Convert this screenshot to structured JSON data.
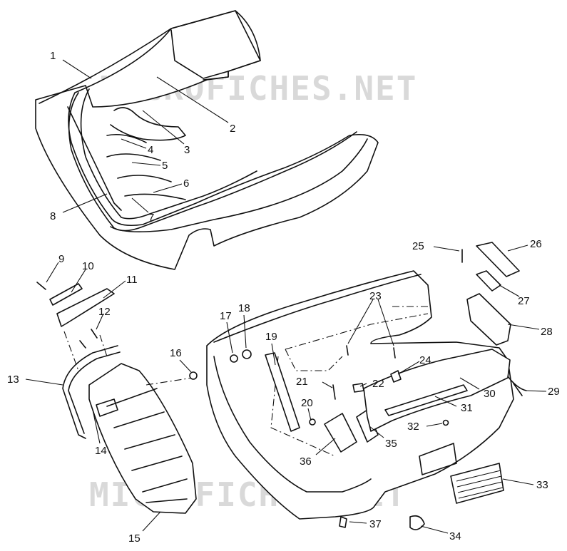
{
  "watermark": {
    "text": "MICROFICHES.NET"
  },
  "callouts": [
    {
      "id": "1",
      "label": "1"
    },
    {
      "id": "2",
      "label": "2"
    },
    {
      "id": "3",
      "label": "3"
    },
    {
      "id": "4",
      "label": "4"
    },
    {
      "id": "5",
      "label": "5"
    },
    {
      "id": "6",
      "label": "6"
    },
    {
      "id": "7",
      "label": "7"
    },
    {
      "id": "8",
      "label": "8"
    },
    {
      "id": "9",
      "label": "9"
    },
    {
      "id": "10",
      "label": "10"
    },
    {
      "id": "11",
      "label": "11"
    },
    {
      "id": "12",
      "label": "12"
    },
    {
      "id": "13",
      "label": "13"
    },
    {
      "id": "14",
      "label": "14"
    },
    {
      "id": "15",
      "label": "15"
    },
    {
      "id": "16",
      "label": "16"
    },
    {
      "id": "17",
      "label": "17"
    },
    {
      "id": "18",
      "label": "18"
    },
    {
      "id": "19",
      "label": "19"
    },
    {
      "id": "20",
      "label": "20"
    },
    {
      "id": "21",
      "label": "21"
    },
    {
      "id": "22",
      "label": "22"
    },
    {
      "id": "23",
      "label": "23"
    },
    {
      "id": "24",
      "label": "24"
    },
    {
      "id": "25",
      "label": "25"
    },
    {
      "id": "26",
      "label": "26"
    },
    {
      "id": "27",
      "label": "27"
    },
    {
      "id": "28",
      "label": "28"
    },
    {
      "id": "29",
      "label": "29"
    },
    {
      "id": "30",
      "label": "30"
    },
    {
      "id": "31",
      "label": "31"
    },
    {
      "id": "32",
      "label": "32"
    },
    {
      "id": "33",
      "label": "33"
    },
    {
      "id": "34",
      "label": "34"
    },
    {
      "id": "35",
      "label": "35"
    },
    {
      "id": "36",
      "label": "36"
    },
    {
      "id": "37",
      "label": "37"
    }
  ]
}
